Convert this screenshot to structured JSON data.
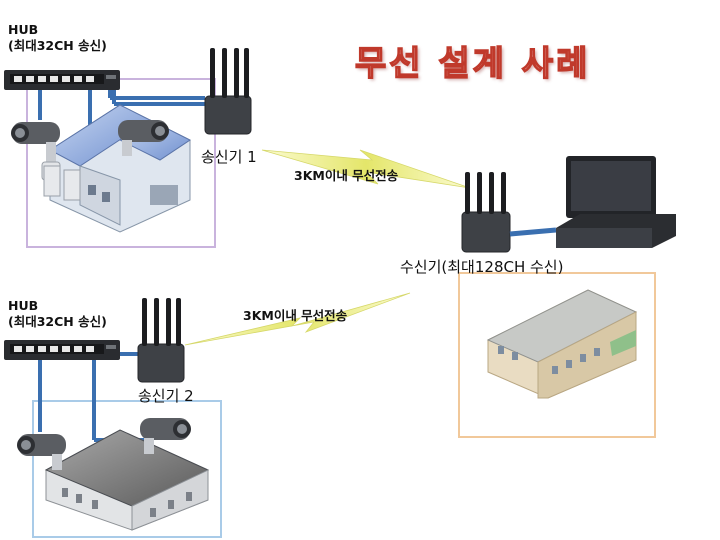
{
  "title": "무선 설계 사례",
  "site1": {
    "hub_label": "HUB",
    "hub_sub": "(최대32CH 송신)",
    "transmitter_label": "송신기 1",
    "link_label": "3KM이내 무선전송"
  },
  "site2": {
    "hub_label": "HUB",
    "hub_sub": "(최대32CH 송신)",
    "transmitter_label": "송신기 2",
    "link_label": "3KM이내 무선전송"
  },
  "receiver": {
    "label": "수신기(최대128CH 수신)"
  },
  "colors": {
    "title_fill": "#f2d0d0",
    "title_stroke": "#c0392b",
    "site1_border": "#c9b3dd",
    "site2_border": "#a9cbe8",
    "receiver_border": "#f1c89a",
    "cable": "#3a6fb0",
    "wireless": "#e8ea7a"
  },
  "icons": [
    "network-hub-icon",
    "antenna-transmitter-icon",
    "cctv-camera-icon",
    "building-icon",
    "monitor-icon",
    "nvr-recorder-icon"
  ]
}
